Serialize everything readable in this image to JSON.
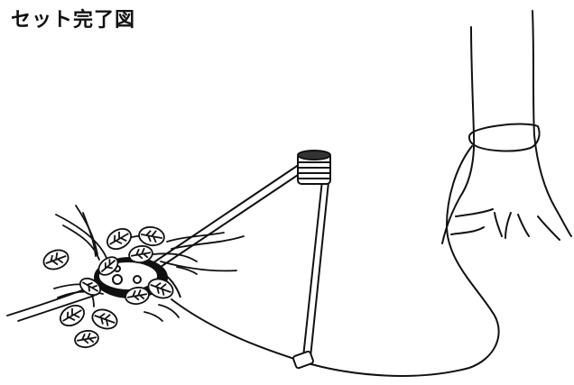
{
  "title": "セット完了図",
  "colors": {
    "ink": "#111111",
    "paper": "#ffffff",
    "leaf_fill": "#ffffff"
  },
  "icons": [
    "tree-trunk",
    "coil-spring",
    "trap-arm",
    "snare-loop",
    "leaf",
    "twig"
  ]
}
